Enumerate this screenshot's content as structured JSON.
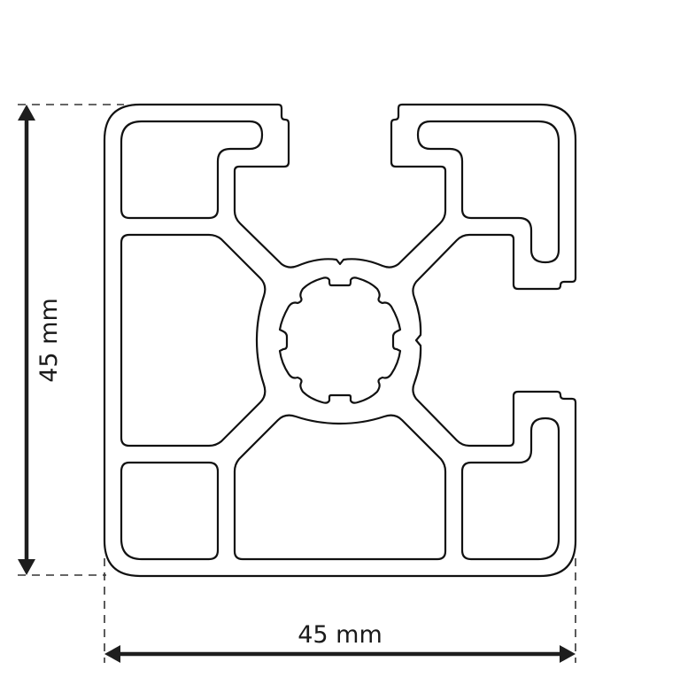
{
  "drawing": {
    "subject": "aluminium T-slot profile 45x45 cross-section",
    "line_color": "#111111",
    "background": "#ffffff"
  },
  "dimensions": {
    "height": {
      "value": 45,
      "unit": "mm",
      "label": "45 mm",
      "orientation": "vertical"
    },
    "width": {
      "value": 45,
      "unit": "mm",
      "label": "45 mm",
      "orientation": "horizontal"
    }
  }
}
